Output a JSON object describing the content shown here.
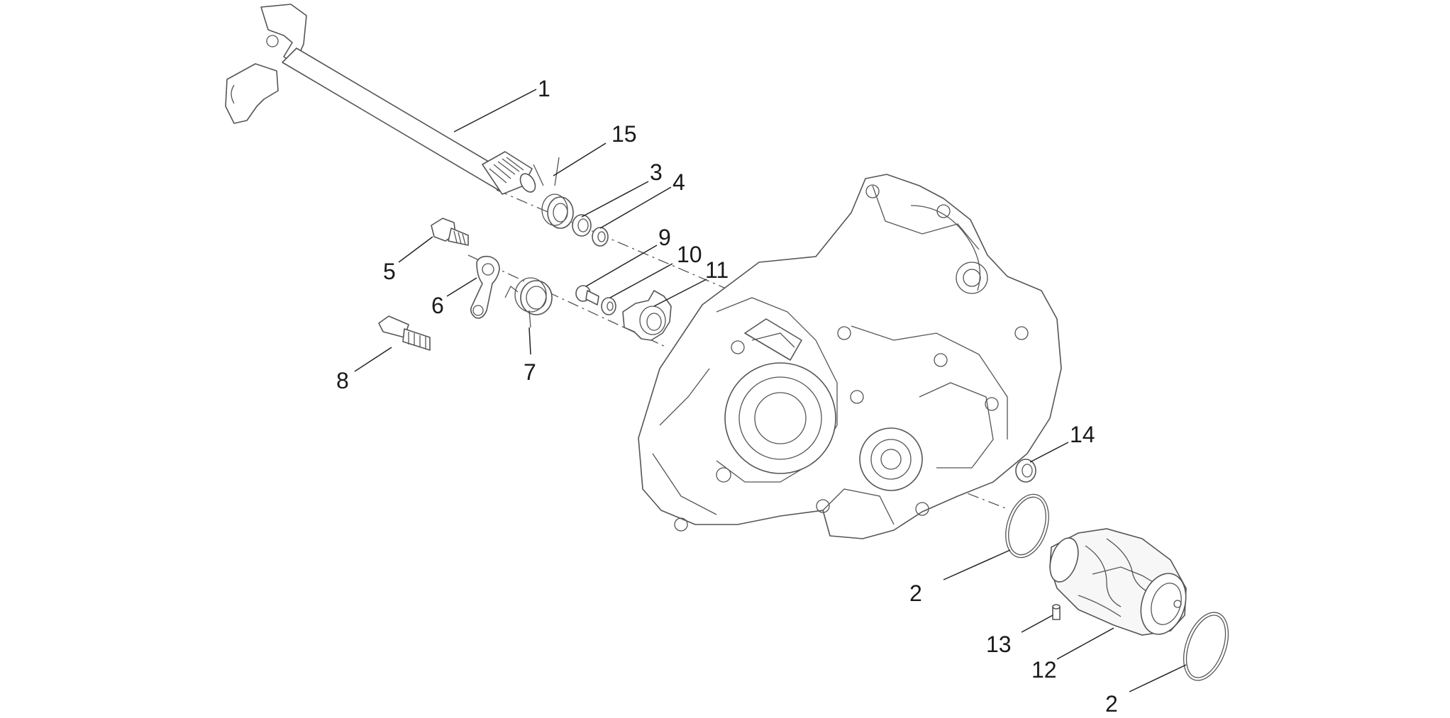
{
  "callouts": [
    {
      "id": "c1",
      "label": "1"
    },
    {
      "id": "c15",
      "label": "15"
    },
    {
      "id": "c3",
      "label": "3"
    },
    {
      "id": "c4",
      "label": "4"
    },
    {
      "id": "c5",
      "label": "5"
    },
    {
      "id": "c6",
      "label": "6"
    },
    {
      "id": "c7",
      "label": "7"
    },
    {
      "id": "c8",
      "label": "8"
    },
    {
      "id": "c9",
      "label": "9"
    },
    {
      "id": "c10",
      "label": "10"
    },
    {
      "id": "c11",
      "label": "11"
    },
    {
      "id": "c14",
      "label": "14"
    },
    {
      "id": "c2a",
      "label": "2"
    },
    {
      "id": "c13",
      "label": "13"
    },
    {
      "id": "c12",
      "label": "12"
    },
    {
      "id": "c2b",
      "label": "2"
    }
  ]
}
